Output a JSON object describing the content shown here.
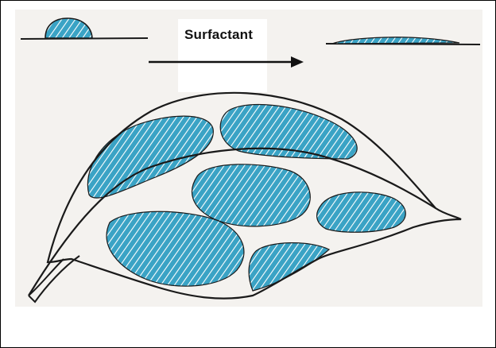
{
  "diagram": {
    "label": "Surfactant",
    "colors": {
      "droplet_fill": "#3aa3c5",
      "droplet_hatch": "#ffffff",
      "outline": "#1a1a1a",
      "background": "#f4f2ef"
    },
    "elements": [
      "bead-droplet-on-surface",
      "spreading-arrow",
      "flattened-droplet-on-surface",
      "leaf-with-spread-droplets"
    ]
  }
}
